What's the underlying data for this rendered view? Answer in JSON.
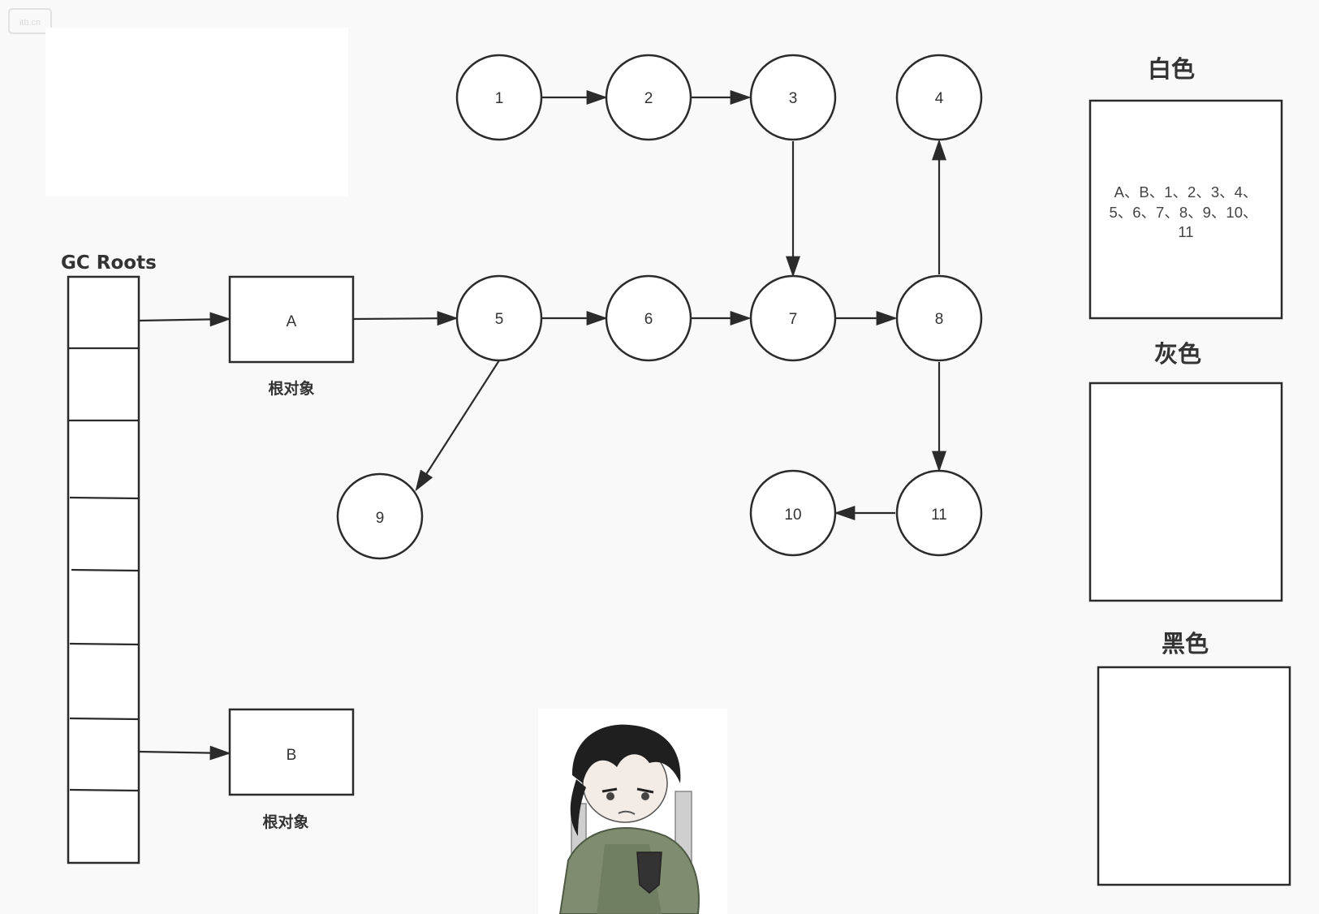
{
  "watermark": "itb.cn",
  "gc_roots": {
    "title": "GC Roots"
  },
  "root_objects": [
    {
      "id": "A",
      "caption": "根对象"
    },
    {
      "id": "B",
      "caption": "根对象"
    }
  ],
  "nodes": [
    {
      "id": "1",
      "label": "1"
    },
    {
      "id": "2",
      "label": "2"
    },
    {
      "id": "3",
      "label": "3"
    },
    {
      "id": "4",
      "label": "4"
    },
    {
      "id": "5",
      "label": "5"
    },
    {
      "id": "6",
      "label": "6"
    },
    {
      "id": "7",
      "label": "7"
    },
    {
      "id": "8",
      "label": "8"
    },
    {
      "id": "9",
      "label": "9"
    },
    {
      "id": "10",
      "label": "10"
    },
    {
      "id": "11",
      "label": "11"
    }
  ],
  "edges": [
    {
      "from": "roots-slot-1",
      "to": "A"
    },
    {
      "from": "roots-slot-7",
      "to": "B"
    },
    {
      "from": "A",
      "to": "5"
    },
    {
      "from": "1",
      "to": "2"
    },
    {
      "from": "2",
      "to": "3"
    },
    {
      "from": "3",
      "to": "7"
    },
    {
      "from": "5",
      "to": "6"
    },
    {
      "from": "6",
      "to": "7"
    },
    {
      "from": "7",
      "to": "8"
    },
    {
      "from": "8",
      "to": "4"
    },
    {
      "from": "8",
      "to": "11"
    },
    {
      "from": "11",
      "to": "10"
    },
    {
      "from": "5",
      "to": "9"
    }
  ],
  "buckets": [
    {
      "title": "白色",
      "content_lines": [
        "A、B、1、2、3、4、",
        "5、6、7、8、9、10、",
        "11"
      ]
    },
    {
      "title": "灰色",
      "content_lines": []
    },
    {
      "title": "黑色",
      "content_lines": []
    }
  ],
  "illustration": {
    "icon": "chibi-character-illustration"
  }
}
